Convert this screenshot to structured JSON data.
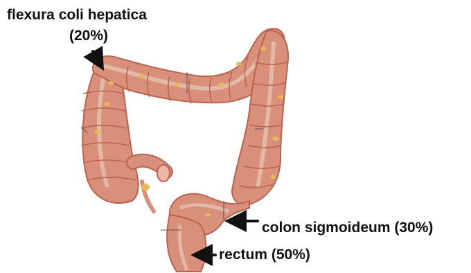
{
  "labels": {
    "flexura_name": "flexura coli hepatica",
    "flexura_percent": "(20%)",
    "sigmoid": "colon sigmoideum (30%)",
    "rectum": "rectum (50%)"
  },
  "colors": {
    "tissue": "#d9907a",
    "tissue_dark": "#b8624f",
    "tissue_light": "#ecb7a3",
    "taenia": "#e2b9a4",
    "fat": "#e7b85a",
    "arrow": "#111111"
  }
}
